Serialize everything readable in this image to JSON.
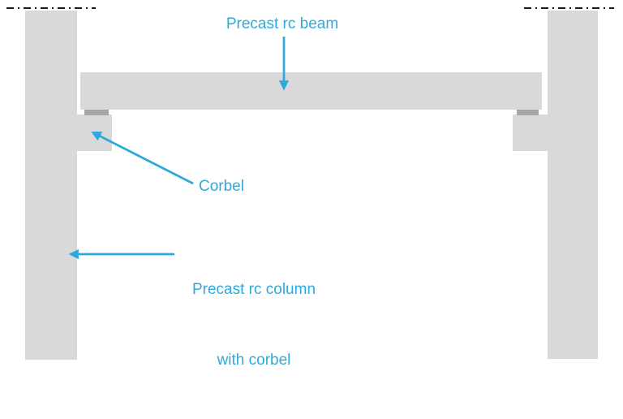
{
  "colors": {
    "accent": "#2FA9DC",
    "shape": "#D9D9D9",
    "pad": "#A6A6A6",
    "centerline": "#1A1A1A",
    "background": "#FFFFFF"
  },
  "labels": {
    "beam": "Precast rc beam",
    "corbel": "Corbel",
    "column_line1": "Precast rc column",
    "column_line2": "with corbel"
  },
  "icons": {
    "beam-arrow": "arrow-down-icon",
    "corbel-arrow": "arrow-up-left-icon",
    "column-arrow": "arrow-left-icon",
    "left-centerline": "dash-dot-centerline-icon",
    "right-centerline": "dash-dot-centerline-icon"
  },
  "shapes": {
    "left_column": "precast rc column with corbel (left)",
    "right_column": "precast rc column with corbel (right)",
    "beam": "precast rc beam",
    "left_corbel": "corbel (left)",
    "right_corbel": "corbel (right)",
    "left_pad": "bearing pad (left)",
    "right_pad": "bearing pad (right)"
  }
}
